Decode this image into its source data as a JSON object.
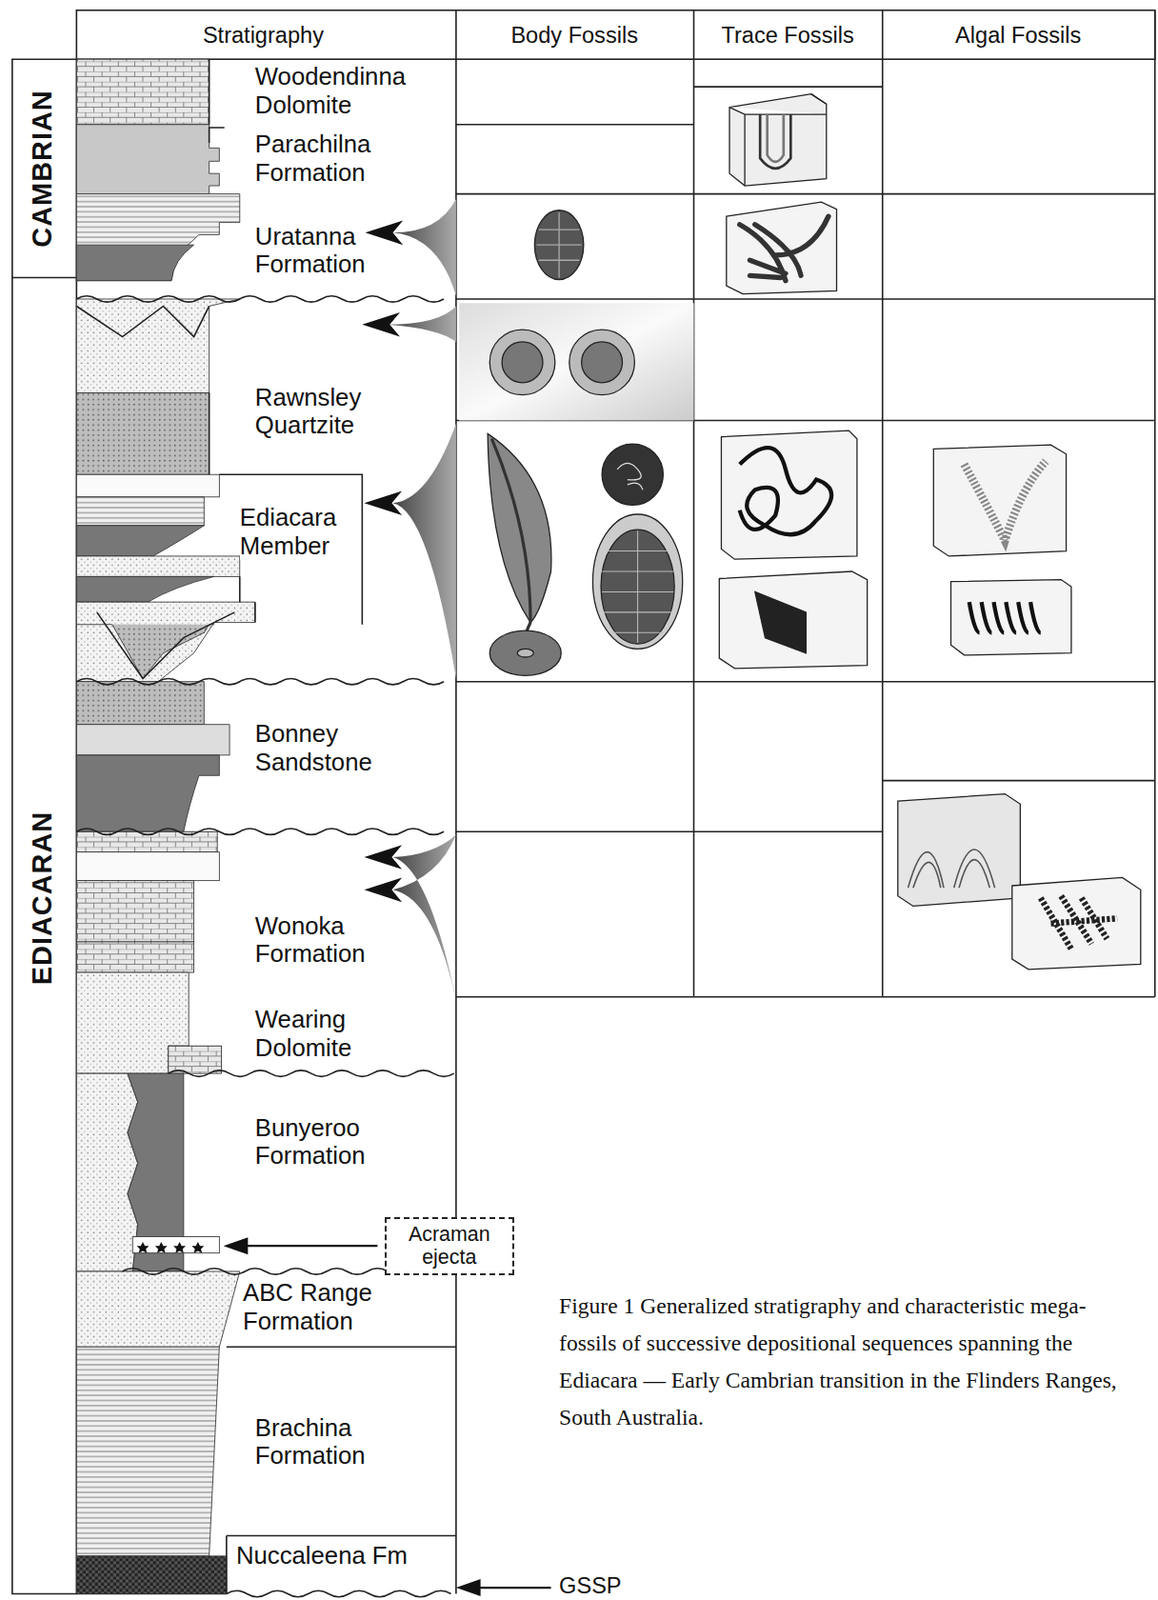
{
  "diagram": {
    "caption": "Figure 1 Generalized stratigraphy and characteristic mega-fossils of successive depositional sequences spanning the Ediacara — Early Cambrian transition in the Flinders Ranges, South Australia.",
    "nodes": [
      {
        "text": [
          "Acraman ejecta"
        ]
      },
      {
        "text": [
          "Nuccaleena Fm"
        ]
      }
    ],
    "labels": [
      "Stratigraphy",
      "Body Fossils",
      "Trace Fossils",
      "Algal Fossils",
      "CAMBRIAN",
      "EDIACARAN",
      "Woodendinna Dolomite",
      "Parachilna Formation",
      "Uratanna Formation",
      "Rawnsley Quartzite",
      "Ediacara Member",
      "Bonney Sandstone",
      "Wonoka Formation",
      "Wearing Dolomite",
      "Bunyeroo Formation",
      "ABC Range Formation",
      "Brachina Formation",
      "GSSP"
    ]
  }
}
